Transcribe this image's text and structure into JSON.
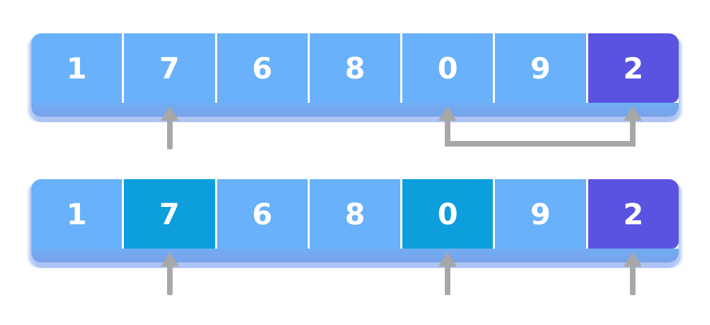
{
  "diagram_type": "array-partition-steps",
  "colors": {
    "cell_default": "#69b1fa",
    "cell_highlight": "#0c9fdb",
    "cell_pivot": "#5a53e1",
    "bar_base_strip": "#7ca7ea",
    "cell_divider": "#ffffff",
    "cell_text": "#ffffff",
    "pointer_arrow": "#a7a7a7",
    "background": "#ffffff"
  },
  "rows": [
    {
      "name": "array-state-1",
      "cells": [
        {
          "value": "1",
          "state": "default"
        },
        {
          "value": "7",
          "state": "default"
        },
        {
          "value": "6",
          "state": "default"
        },
        {
          "value": "8",
          "state": "default"
        },
        {
          "value": "0",
          "state": "default"
        },
        {
          "value": "9",
          "state": "default"
        },
        {
          "value": "2",
          "state": "pivot"
        }
      ],
      "pointers": [
        {
          "kind": "up-arrow",
          "cell_index": 1
        },
        {
          "kind": "swap-connector",
          "from_cell_index": 4,
          "to_cell_index": 6
        }
      ]
    },
    {
      "name": "array-state-2",
      "cells": [
        {
          "value": "1",
          "state": "default"
        },
        {
          "value": "7",
          "state": "highlight"
        },
        {
          "value": "6",
          "state": "default"
        },
        {
          "value": "8",
          "state": "default"
        },
        {
          "value": "0",
          "state": "highlight"
        },
        {
          "value": "9",
          "state": "default"
        },
        {
          "value": "2",
          "state": "pivot"
        }
      ],
      "pointers": [
        {
          "kind": "up-arrow",
          "cell_index": 1
        },
        {
          "kind": "up-arrow",
          "cell_index": 4
        },
        {
          "kind": "up-arrow",
          "cell_index": 6
        }
      ]
    }
  ]
}
